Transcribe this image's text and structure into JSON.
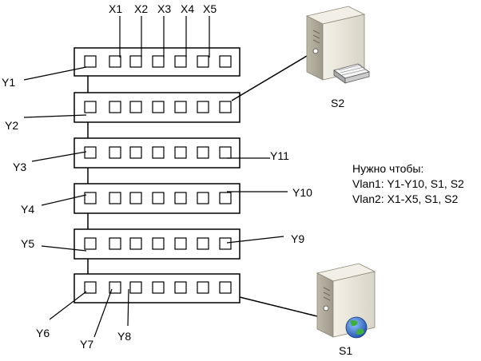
{
  "port_labels_top": [
    "X1",
    "X2",
    "X3",
    "X4",
    "X5"
  ],
  "side_labels": [
    "Y1",
    "Y2",
    "Y3",
    "Y4",
    "Y5",
    "Y6",
    "Y7",
    "Y8",
    "Y9",
    "Y10",
    "Y11"
  ],
  "servers": {
    "s2": "S2",
    "s1": "S1"
  },
  "note": {
    "title": "Нужно чтобы:",
    "line1": "Vlan1: Y1-Y10, S1, S2",
    "line2": "Vlan2: X1-X5, S1, S2"
  },
  "colors": {
    "line": "#000000",
    "switch_fill": "#ffffff",
    "server_body": "#e9e6dc",
    "globe": "#2e6fd0"
  },
  "icons": {
    "server_s2": "server-with-keyboard-icon",
    "server_s1": "server-with-globe-icon"
  }
}
